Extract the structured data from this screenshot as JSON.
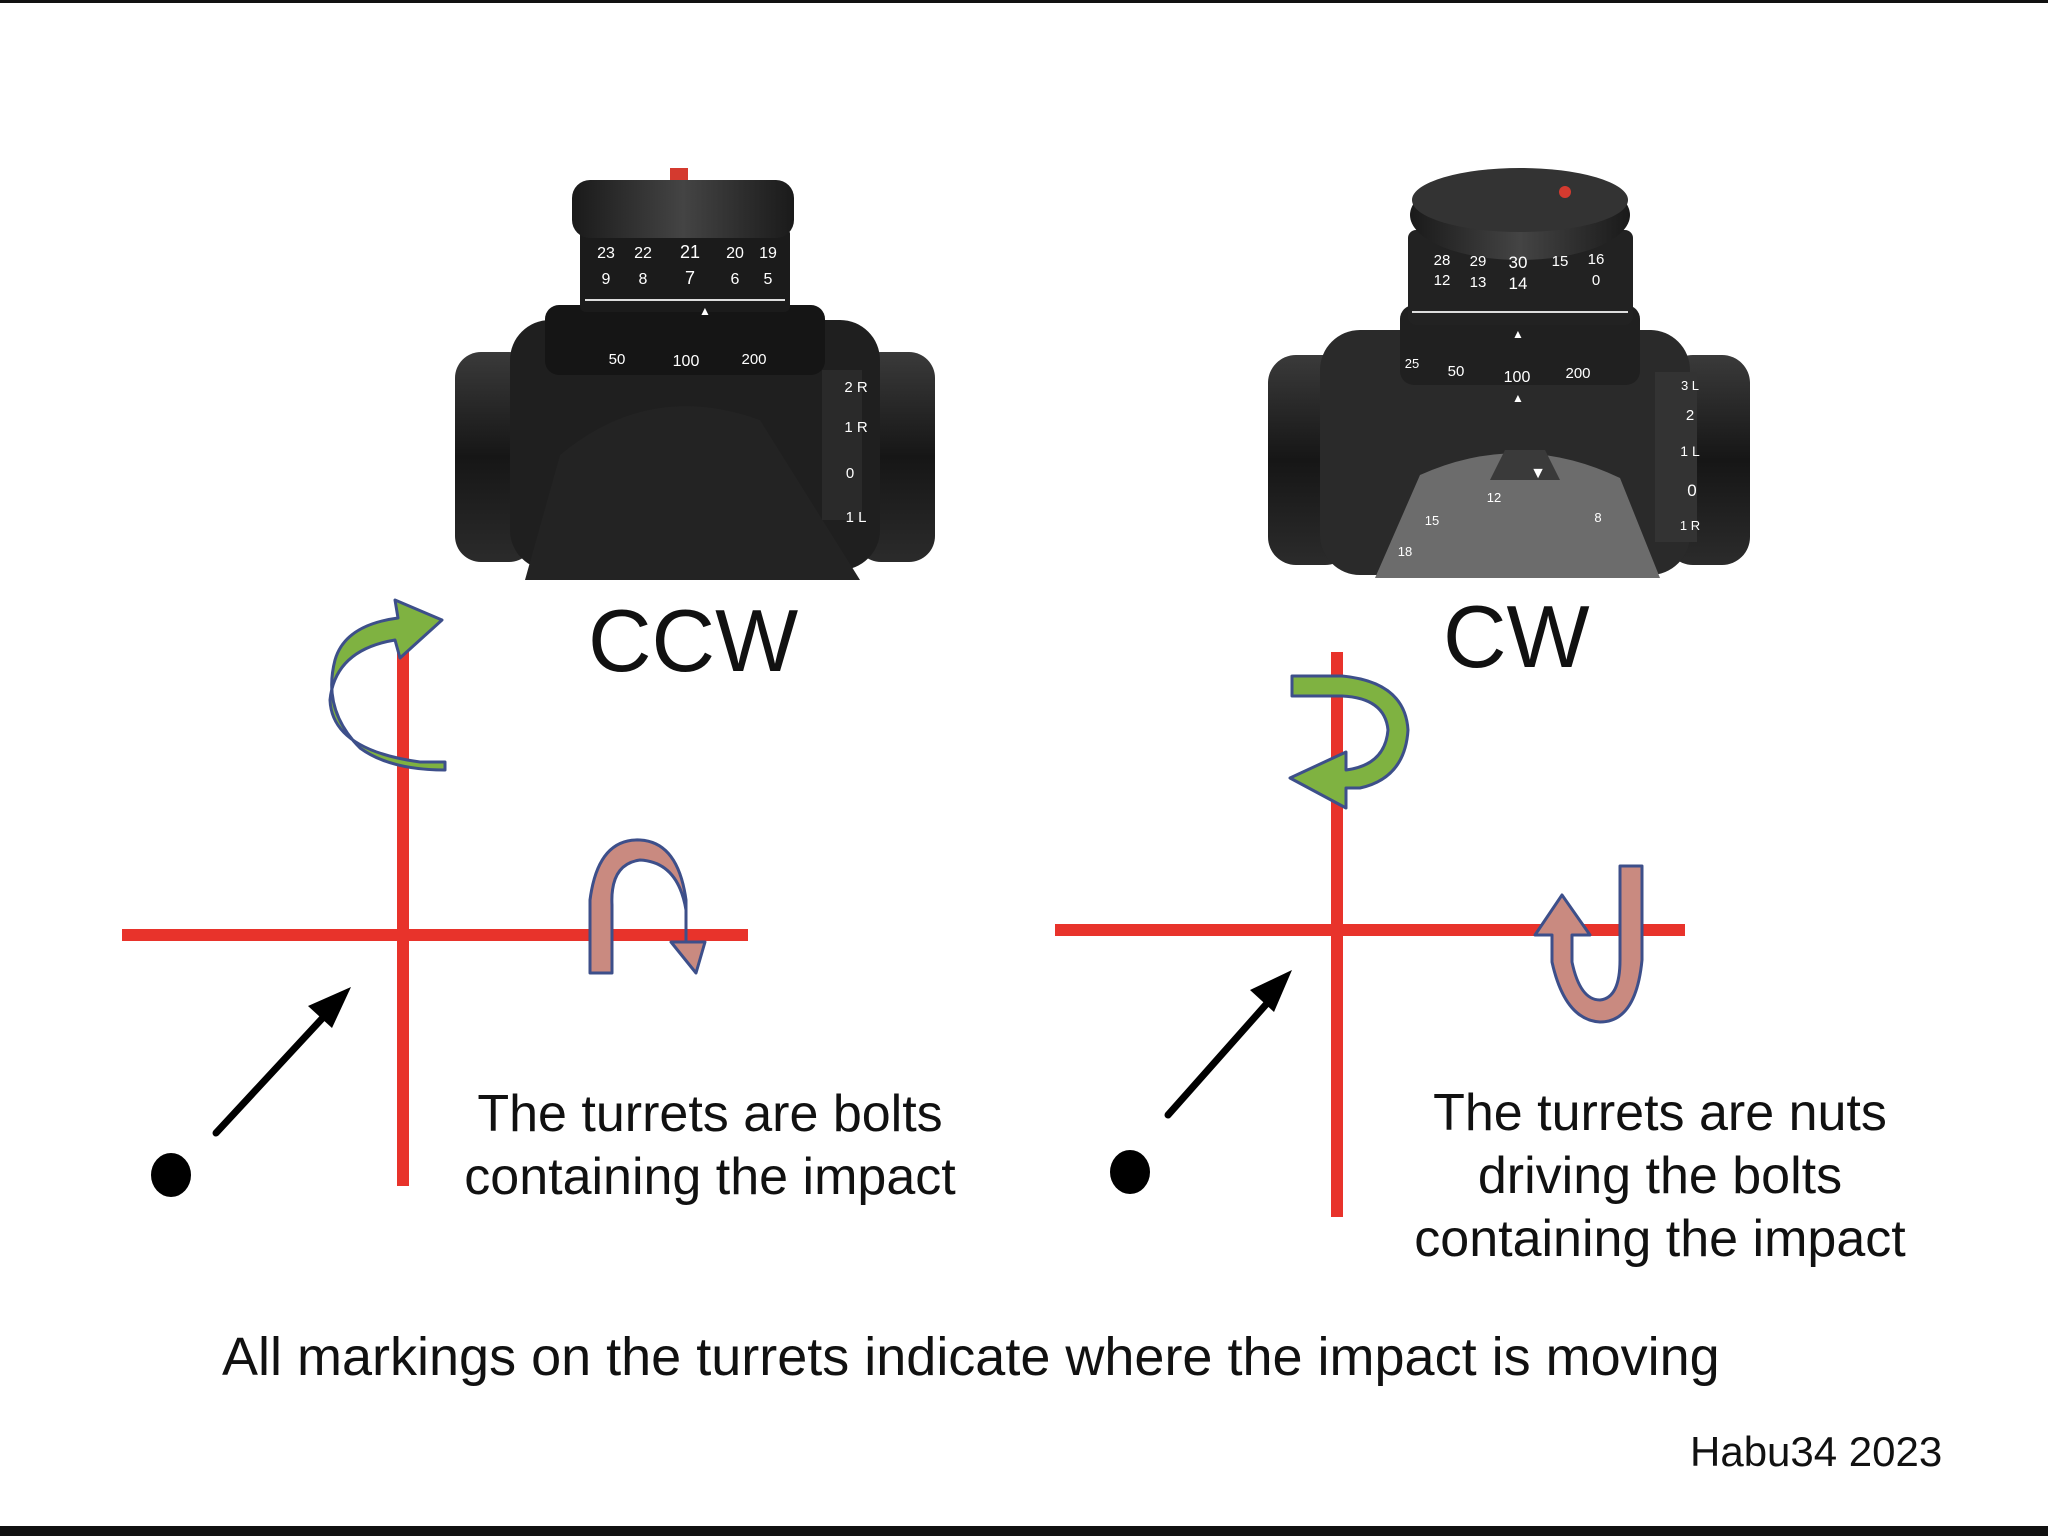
{
  "left": {
    "direction": "CCW",
    "note_lines": [
      "The turrets are bolts",
      "containing the impact"
    ],
    "turret": {
      "dial_upper": [
        "23",
        "22",
        "21",
        "20",
        "19"
      ],
      "dial_lower": [
        "9",
        "8",
        "7",
        "6",
        "5"
      ],
      "parallax": [
        "50",
        "100",
        "200"
      ],
      "windage": [
        "2 R",
        "1 R",
        "0",
        "1 L"
      ]
    }
  },
  "right": {
    "direction": "CW",
    "note_lines": [
      "The turrets are nuts",
      "driving the bolts",
      "containing the impact"
    ],
    "turret": {
      "dial_upper": [
        "28",
        "29",
        "30",
        "15",
        "16"
      ],
      "dial_lower": [
        "12",
        "13",
        "14",
        "",
        "0"
      ],
      "parallax": [
        "25",
        "50",
        "100",
        "200"
      ],
      "windage": [
        "3 L",
        "2",
        "1 L",
        "0",
        "1 R"
      ],
      "zoom": [
        "12",
        "15",
        "18",
        "8"
      ]
    }
  },
  "footer": "All markings on the turrets indicate where the impact is moving",
  "credit": "Habu34 2023",
  "colors": {
    "crosshair": "#e8332b",
    "elevation_arrow": "#7fb241",
    "windage_arrow": "#c98a80",
    "arrow_outline": "#3d4f8a",
    "turret_body": "#1e1e1e"
  }
}
